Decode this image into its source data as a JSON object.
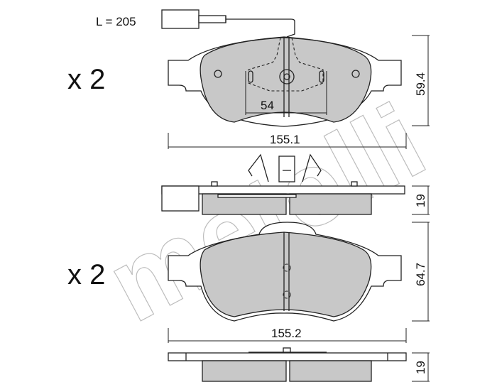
{
  "watermark": "metelli",
  "top_view": {
    "quantity": "x 2",
    "wire_length": "L = 205",
    "inner_dimension": "54",
    "height": "59.4",
    "width": "155.1",
    "thickness": "19"
  },
  "bottom_view": {
    "quantity": "x 2",
    "height": "64.7",
    "width": "155.2",
    "thickness": "19"
  }
}
